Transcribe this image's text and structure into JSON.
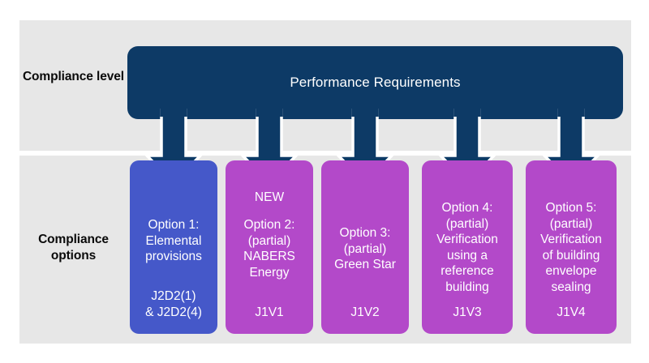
{
  "diagram": {
    "background_color": "#ffffff",
    "band_color": "#e7e7e7",
    "rows": [
      {
        "key": "level",
        "label": "Compliance\nlevel"
      },
      {
        "key": "options",
        "label": "Compliance\noptions"
      }
    ],
    "performance_bar": {
      "text": "Performance Requirements",
      "fill_color": "#0d3a66",
      "text_color": "#ffffff"
    },
    "arrow": {
      "fill_color": "#0d3a66",
      "outline_color": "#ffffff",
      "count": 5,
      "direction": "down"
    },
    "options": [
      {
        "new_badge": "",
        "title": "Option 1:\nElemental\nprovisions",
        "code": "J2D2(1)\n& J2D2(4)",
        "fill_color": "#4558c9",
        "text_color": "#ffffff"
      },
      {
        "new_badge": "NEW",
        "title": "Option 2:\n(partial)\nNABERS\nEnergy",
        "code": "J1V1",
        "fill_color": "#b349c9",
        "text_color": "#ffffff"
      },
      {
        "new_badge": "",
        "title": "Option 3:\n(partial)\nGreen Star",
        "code": "J1V2",
        "fill_color": "#b349c9",
        "text_color": "#ffffff"
      },
      {
        "new_badge": "",
        "title": "Option 4:\n(partial)\nVerification\nusing a\nreference\nbuilding",
        "code": "J1V3",
        "fill_color": "#b349c9",
        "text_color": "#ffffff"
      },
      {
        "new_badge": "",
        "title": "Option 5:\n(partial)\nVerification\nof building\nenvelope\nsealing",
        "code": "J1V4",
        "fill_color": "#b349c9",
        "text_color": "#ffffff"
      }
    ]
  }
}
